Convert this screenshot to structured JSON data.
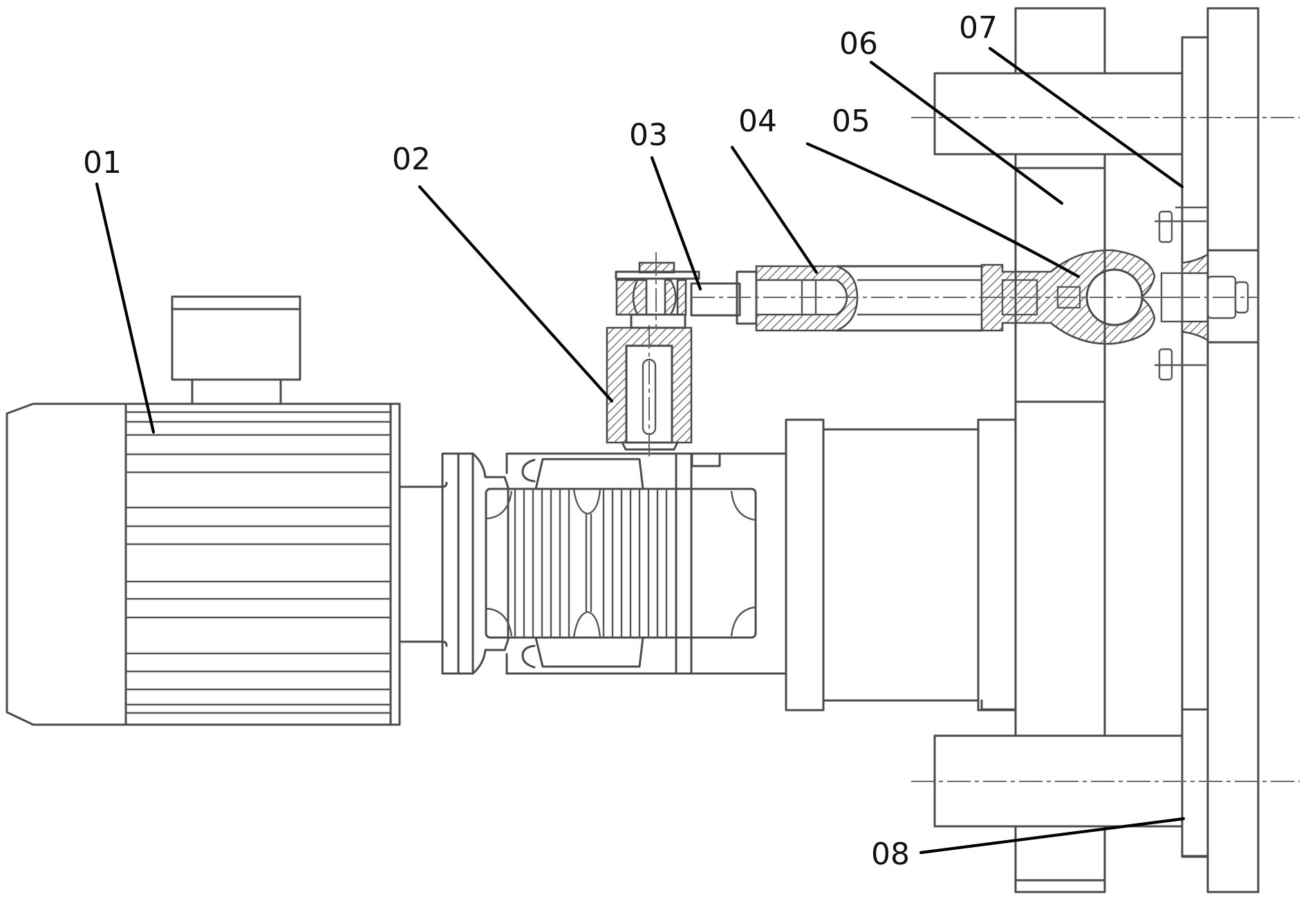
{
  "figure": {
    "type": "mechanical assembly drawing",
    "line_color": "#4a4a4a",
    "leader_color": "#000000",
    "background": "#ffffff"
  },
  "labels": [
    {
      "id": "01",
      "text": "01",
      "part": "motor"
    },
    {
      "id": "02",
      "text": "02",
      "part": "crank-housing"
    },
    {
      "id": "03",
      "text": "03",
      "part": "spherical-bearing-joint"
    },
    {
      "id": "04",
      "text": "04",
      "part": "connecting-rod"
    },
    {
      "id": "05",
      "text": "05",
      "part": "rod-end-eye"
    },
    {
      "id": "06",
      "text": "06",
      "part": "frame-column"
    },
    {
      "id": "07",
      "text": "07",
      "part": "mounting-bracket"
    },
    {
      "id": "08",
      "text": "08",
      "part": "base-plate"
    }
  ]
}
